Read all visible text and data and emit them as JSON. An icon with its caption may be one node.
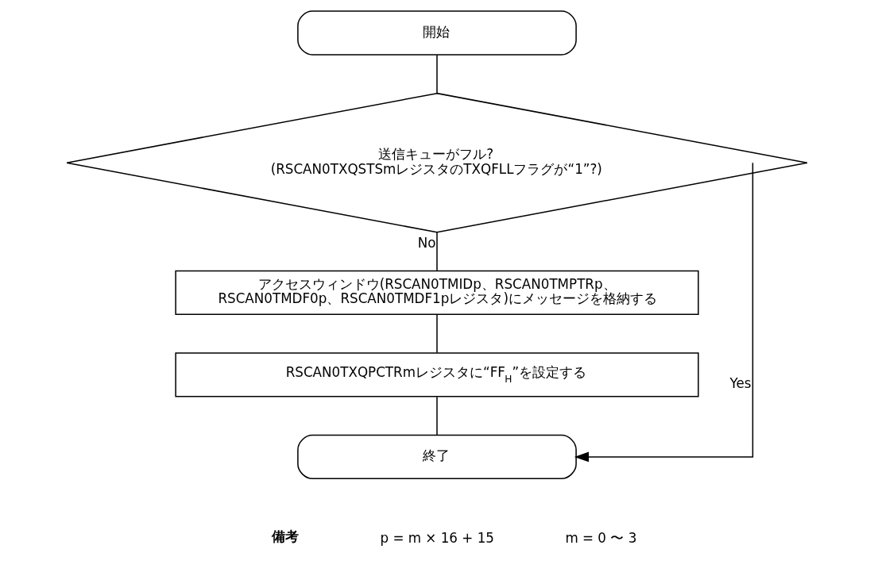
{
  "diagram": {
    "nodes": [
      {
        "text": [
          "開始"
        ]
      },
      {
        "text": [
          "送信キューがフル? (RSCAN0TXQSTSmレジスタのTXQFLLフラグが“1”?)"
        ]
      },
      {
        "text": [
          "アクセスウィンドウ(RSCAN0TMIDp、RSCAN0TMPTRp、 RSCAN0TMDF0p、RSCAN0TMDF1pレジスタ)にメッセージを格納する"
        ]
      },
      {
        "text": [
          "RSCAN0TXQPCTRmレジスタに“FF$_{H}$”を設定する"
        ]
      },
      {
        "text": [
          "終了"
        ]
      }
    ],
    "edges": [
      {
        "from": 0,
        "to": 1,
        "arrow": "none"
      },
      {
        "from": 1,
        "to": 2,
        "arrow": "none",
        "label": "No"
      },
      {
        "from": 2,
        "to": 3,
        "arrow": "none"
      },
      {
        "from": 3,
        "to": 4,
        "arrow": "none"
      },
      {
        "from": 1,
        "to": 4,
        "arrow": "to",
        "label": "Yes"
      }
    ],
    "labels": [
      "備考",
      "p = m × 16 + 15",
      "m = 0 〜 3"
    ]
  }
}
